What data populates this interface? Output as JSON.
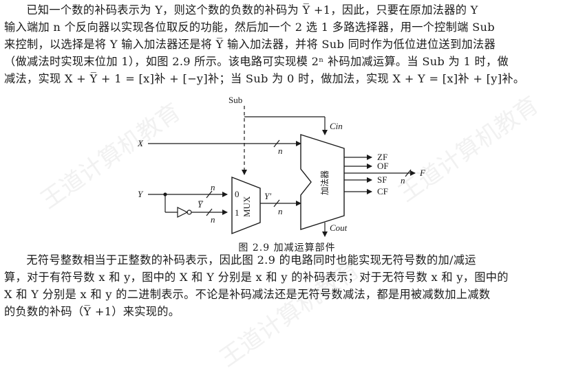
{
  "watermark": "王道计算机教育",
  "para_top": [
    "已知一个数的补码表示为 Y，则这个数的负数的补码为 Y̅ +1，因此，只要在原加法器的 Y",
    "输入端加 n 个反向器以实现各位取反的功能，然后加一个 2 选 1 多路选择器，用一个控制端 Sub",
    "来控制，以选择是将 Y 输入加法器还是将 Y̅ 输入加法器，并将 Sub 同时作为低位进位送到加法器",
    "（做减法时实现末位加 1），如图 2.9 所示。该电路可实现模 2ⁿ 补码加减运算。当 Sub 为 1 时，做",
    "减法，实现 X + Y̅ + 1 = [x]补 + [−y]补；当 Sub 为 0 时，做加法，实现 X + Y = [x]补 + [y]补。"
  ],
  "figure": {
    "labels": {
      "sub": "Sub",
      "cin": "Cin",
      "cout": "Cout",
      "x": "X",
      "y": "Y",
      "ybar": "Y̅",
      "yprime": "Y′",
      "n": "n",
      "mux": "MUX",
      "mux_in0": "0",
      "mux_in1": "1",
      "adder": "加法器",
      "zf": "ZF",
      "of": "OF",
      "sf": "SF",
      "cf": "CF",
      "f": "F"
    },
    "caption": "图 2.9   加减运算部件"
  },
  "para_bottom": [
    "无符号整数相当于正整数的补码表示，因此图 2.9 的电路同时也能实现无符号数的加/减运",
    "算，对于有符号数 x 和 y，图中的 X 和 Y 分别是 x 和 y 的补码表示；对于无符号数 x 和 y，图中的",
    "X 和 Y 分别是 x 和 y 的二进制表示。不论是补码减法还是无符号数减法，都是用被减数加上减数",
    "的负数的补码（Y̅ +1）来实现的。"
  ]
}
